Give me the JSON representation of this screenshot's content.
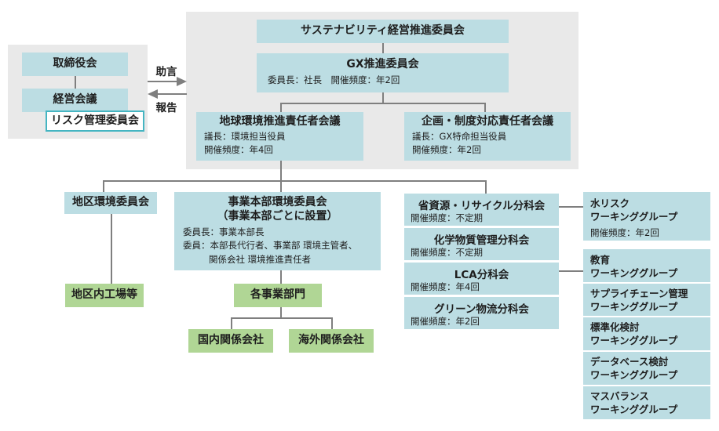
{
  "colors": {
    "teal_box": "#bcdde3",
    "green_box": "#b0d695",
    "panel_gray": "#e9e9e9",
    "connector_gray": "#7f7f7f",
    "risk_border_teal": "#45b5c2"
  },
  "governance": {
    "board": "取締役会",
    "management_meeting": "経営会議",
    "risk_committee": "リスク管理委員会"
  },
  "arrows": {
    "advice": "助言",
    "report": "報告"
  },
  "top": {
    "sustainability_committee": "サステナビリティ経営推進委員会",
    "gx_committee": {
      "title": "GX推進委員会",
      "detail": "委員長：社長　開催頻度：年2回"
    },
    "earth_env_council": {
      "title": "地球環境推進責任者会議",
      "line1": "議長：環境担当役員",
      "line2": "開催頻度：年4回"
    },
    "planning_council": {
      "title": "企画・制度対応責任者会議",
      "line1": "議長：GX特命担当役員",
      "line2": "開催頻度：年2回"
    }
  },
  "district": {
    "committee": "地区環境委員会",
    "factories": "地区内工場等"
  },
  "business_division": {
    "title_line1": "事業本部環境委員会",
    "title_line2": "（事業本部ごとに設置）",
    "detail1": "委員長：事業本部長",
    "detail2": "委員：本部長代行者、事業部 環境主管者、",
    "detail3": "関係会社 環境推進責任者",
    "departments": "各事業部門",
    "domestic_affiliates": "国内関係会社",
    "overseas_affiliates": "海外関係会社"
  },
  "subcommittees": [
    {
      "title": "省資源・リサイクル分科会",
      "freq": "開催頻度：不定期"
    },
    {
      "title": "化学物質管理分科会",
      "freq": "開催頻度：不定期"
    },
    {
      "title": "LCA分科会",
      "freq": "開催頻度：年4回"
    },
    {
      "title": "グリーン物流分科会",
      "freq": "開催頻度：年2回"
    }
  ],
  "working_groups": [
    {
      "line1": "水リスク",
      "line2": "ワーキンググループ",
      "freq": "開催頻度：年2回"
    },
    {
      "line1": "教育",
      "line2": "ワーキンググループ",
      "freq": ""
    },
    {
      "line1": "サプライチェーン管理",
      "line2": "ワーキンググループ",
      "freq": ""
    },
    {
      "line1": "標準化検討",
      "line2": "ワーキンググループ",
      "freq": ""
    },
    {
      "line1": "データベース検討",
      "line2": "ワーキンググループ",
      "freq": ""
    },
    {
      "line1": "マスバランス",
      "line2": "ワーキンググループ",
      "freq": ""
    }
  ]
}
